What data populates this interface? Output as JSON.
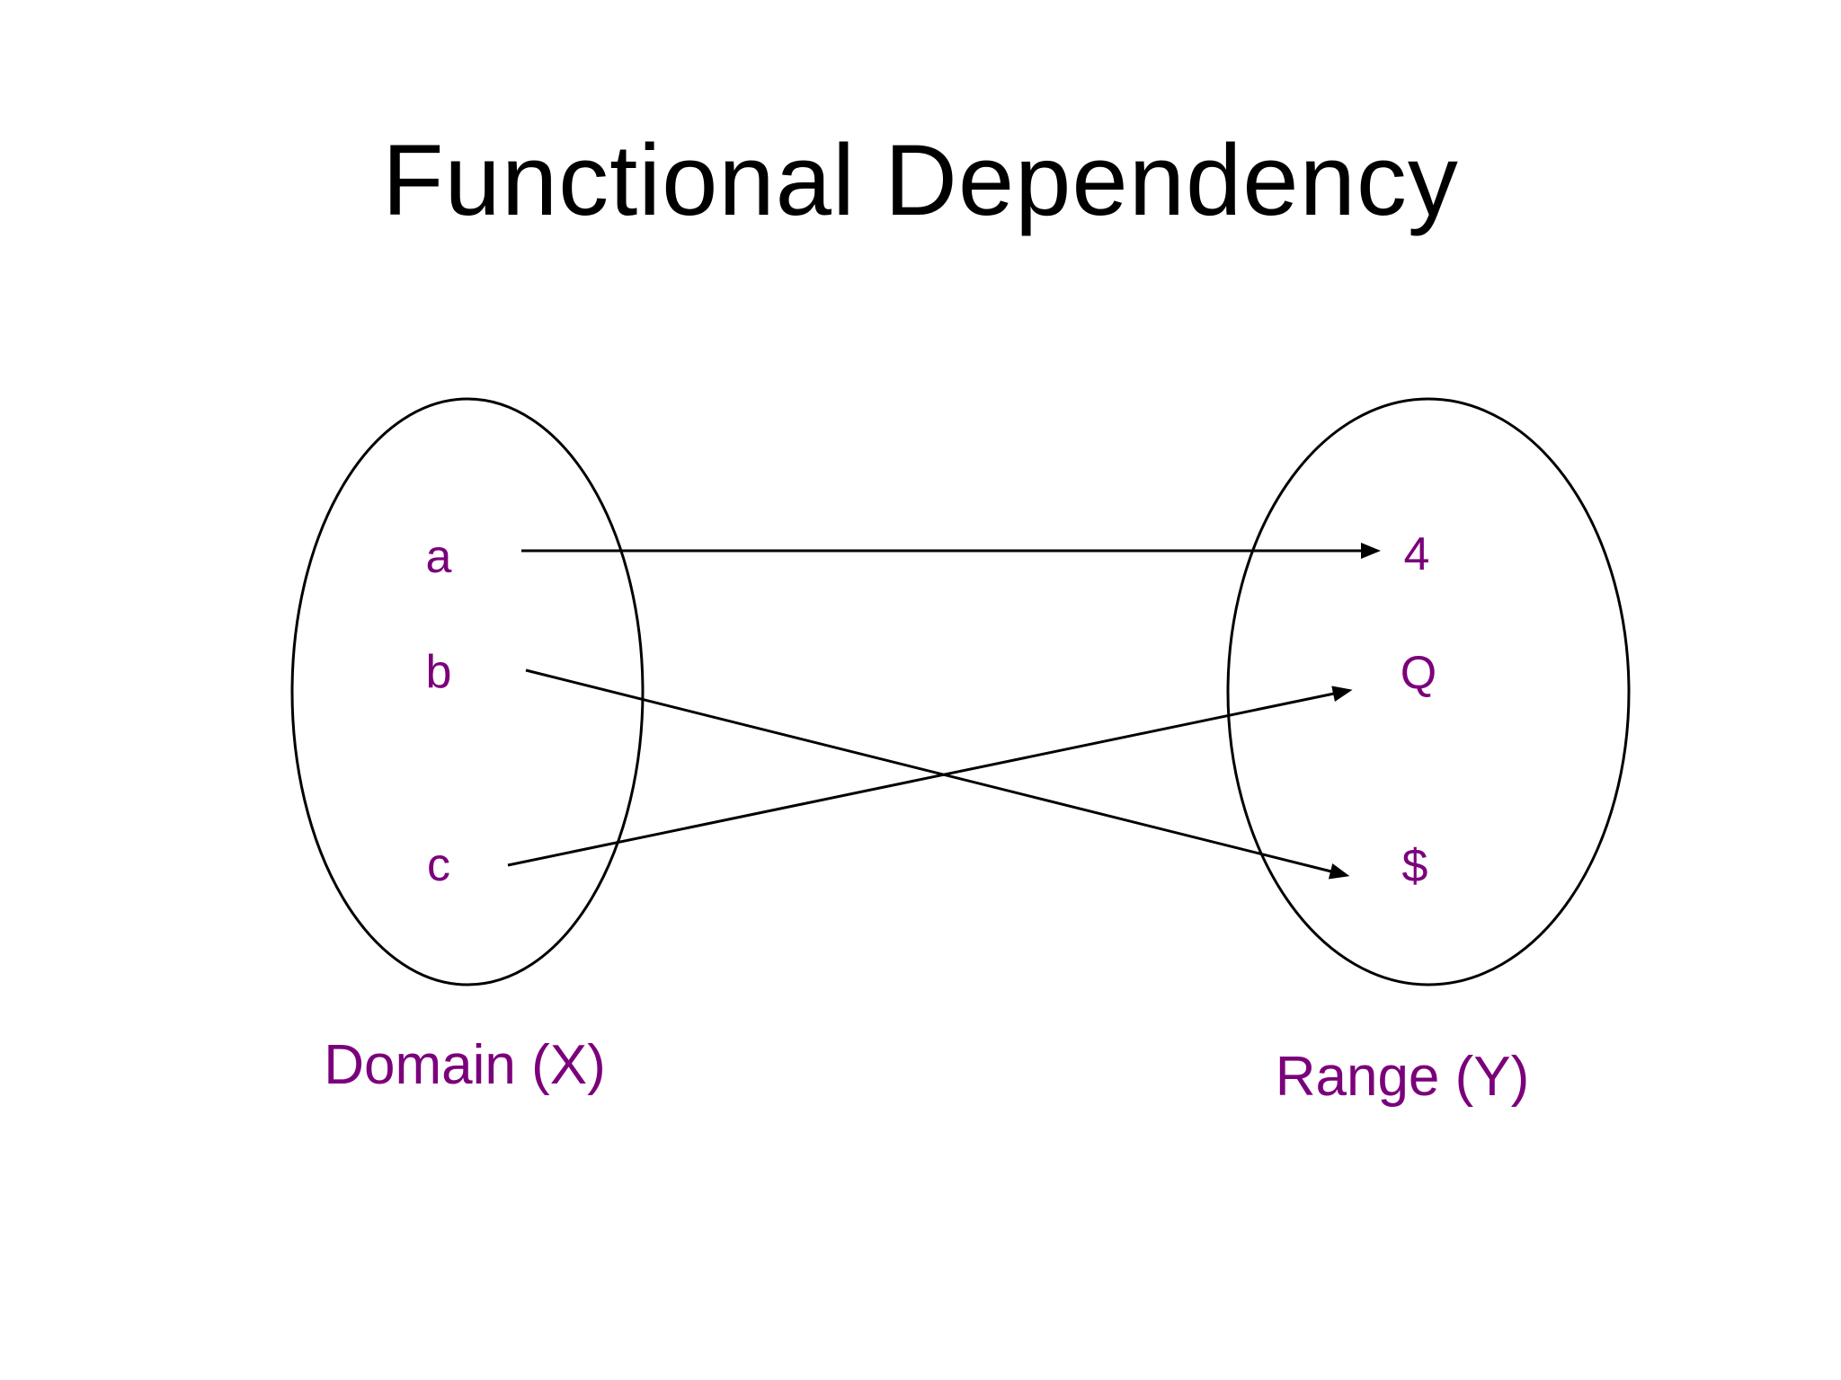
{
  "slide": {
    "title": "Functional Dependency",
    "colors": {
      "background": "#ffffff",
      "title_text": "#000000",
      "purple_text": "#7b007b",
      "line_color": "#000000"
    }
  },
  "diagram": {
    "domain": {
      "label": "Domain (X)",
      "elements": [
        {
          "id": "a",
          "label": "a"
        },
        {
          "id": "b",
          "label": "b"
        },
        {
          "id": "c",
          "label": "c"
        }
      ]
    },
    "range": {
      "label": "Range (Y)",
      "elements": [
        {
          "id": "4",
          "label": "4"
        },
        {
          "id": "Q",
          "label": "Q"
        },
        {
          "id": "$",
          "label": "$"
        }
      ]
    },
    "mappings": [
      {
        "from": "a",
        "to": "4"
      },
      {
        "from": "b",
        "to": "$"
      },
      {
        "from": "c",
        "to": "Q"
      }
    ]
  }
}
